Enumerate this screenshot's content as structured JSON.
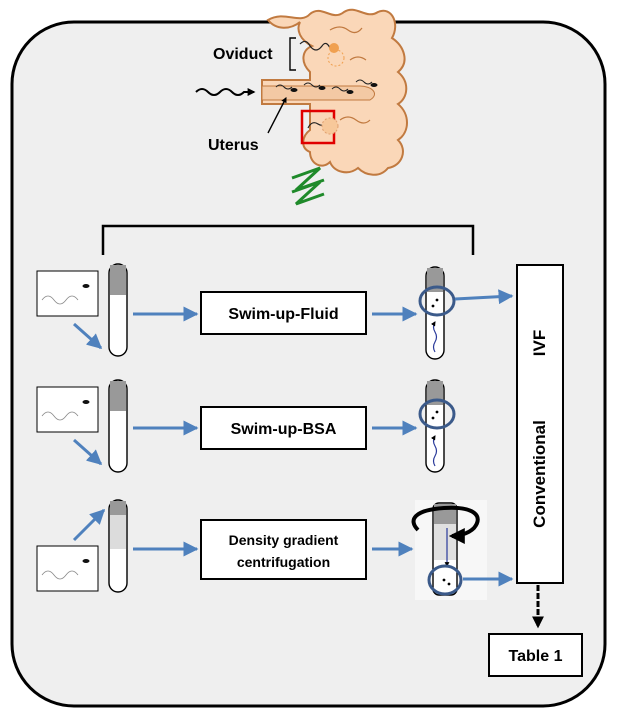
{
  "labels": {
    "oviduct": "Oviduct",
    "uterus": "Uterus"
  },
  "methods": [
    {
      "label_lines": [
        "Swim-up-Fluid"
      ]
    },
    {
      "label_lines": [
        "Swim-up-BSA"
      ]
    },
    {
      "label_lines": [
        "Density gradient",
        "centrifugation"
      ]
    }
  ],
  "outcome": {
    "label_line_1": "Conventional",
    "label_line_2": "IVF"
  },
  "result_box": "Table 1",
  "colors": {
    "panel_bg": "#efefef",
    "arrow_blue": "#4f81bd",
    "circle_blue": "#3b5a8a",
    "tissue_fill": "#fad7b8",
    "tissue_stroke": "#c17a40",
    "highlight_red": "#e00000",
    "squiggle_green": "#1f8a2a",
    "oocyte_orange": "#f0a050"
  }
}
